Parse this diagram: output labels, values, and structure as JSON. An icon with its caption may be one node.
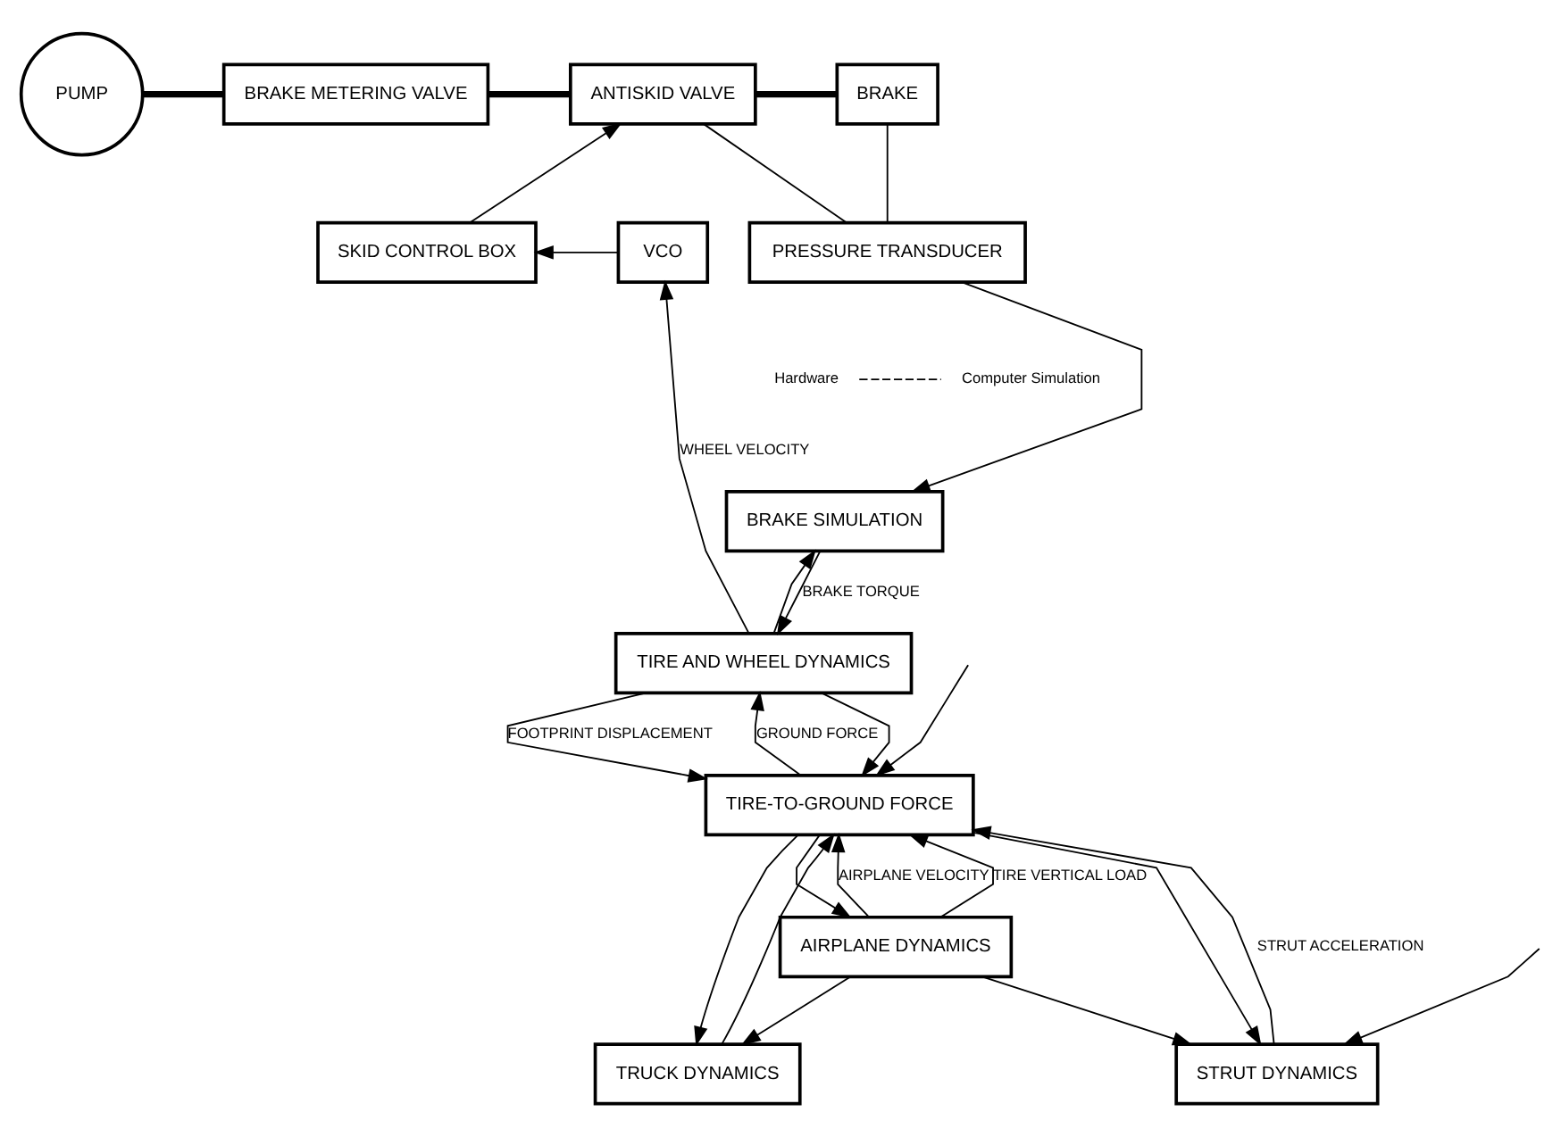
{
  "diagram": {
    "nodes": [
      {
        "text": [
          "PUMP"
        ]
      },
      {
        "text": [
          "BRAKE METERING VALVE"
        ]
      },
      {
        "text": [
          "ANTISKID VALVE"
        ]
      },
      {
        "text": [
          "BRAKE"
        ]
      },
      {
        "text": [
          "VCO"
        ]
      },
      {
        "text": [
          "SKID CONTROL BOX"
        ]
      },
      {
        "text": [
          "PRESSURE TRANSDUCER"
        ]
      },
      {
        "text": [
          "BRAKE SIMULATION"
        ]
      },
      {
        "text": [
          "TIRE AND WHEEL DYNAMICS"
        ]
      },
      {
        "text": [
          "TIRE-TO-GROUND FORCE"
        ]
      },
      {
        "text": [
          "TRUCK DYNAMICS"
        ]
      },
      {
        "text": [
          "AIRPLANE DYNAMICS"
        ]
      },
      {
        "text": [
          "STRUT DYNAMICS"
        ]
      }
    ],
    "edges": [
      {
        "from": 0,
        "to": 1,
        "arrow": "none",
        "style": "thick"
      },
      {
        "from": 1,
        "to": 2,
        "arrow": "none",
        "style": "thick"
      },
      {
        "from": 2,
        "to": 3,
        "arrow": "none",
        "style": "thick"
      },
      {
        "from": 2,
        "to": 6,
        "arrow": "none"
      },
      {
        "from": 3,
        "to": 6,
        "arrow": "none"
      },
      {
        "from": 5,
        "to": 2,
        "arrow": "to"
      },
      {
        "from": 4,
        "to": 5,
        "arrow": "to"
      },
      {
        "from": 6,
        "to": 7,
        "arrow": "to"
      },
      {
        "from": 7,
        "to": 8,
        "label": "BRAKE TORQUE",
        "arrow": "to"
      },
      {
        "from": 8,
        "to": 4,
        "label": "WHEEL VELOCITY",
        "arrow": "to"
      },
      {
        "from": 8,
        "to": 7,
        "arrow": "to"
      },
      {
        "from": 8,
        "to": 9,
        "arrow": "to"
      },
      {
        "from": 8,
        "to": 9,
        "label": "FOOTPRINT DISPLACEMENT",
        "arrow": "to"
      },
      {
        "from": null,
        "to": 9,
        "arrow": "to"
      },
      {
        "from": 9,
        "to": 8,
        "label": "GROUND FORCE",
        "arrow": "to"
      },
      {
        "from": 9,
        "to": 10,
        "arrow": "to"
      },
      {
        "from": 9,
        "to": 11,
        "arrow": "to"
      },
      {
        "from": 9,
        "to": 12,
        "arrow": "to"
      },
      {
        "from": 10,
        "to": 9,
        "arrow": "to"
      },
      {
        "from": 11,
        "to": 10,
        "arrow": "to"
      },
      {
        "from": 11,
        "to": 9,
        "label": "AIRPLANE VELOCITY",
        "arrow": "to"
      },
      {
        "from": 11,
        "to": 9,
        "label": "TIRE VERTICAL LOAD",
        "arrow": "to"
      },
      {
        "from": 11,
        "to": 12,
        "arrow": "to"
      },
      {
        "from": 12,
        "to": 9,
        "label": "STRUT ACCELERATION",
        "arrow": "to"
      },
      {
        "from": null,
        "to": 12,
        "arrow": "to"
      }
    ],
    "labels": [
      "Hardware",
      "Computer Simulation"
    ]
  }
}
